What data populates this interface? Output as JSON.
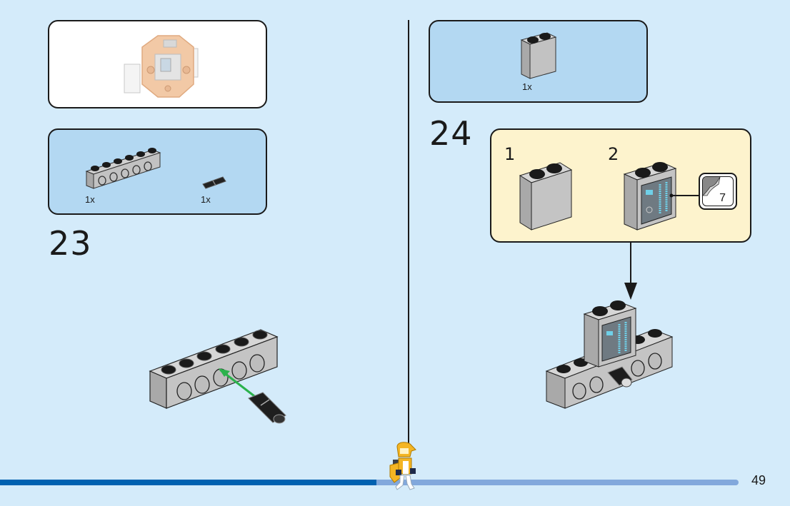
{
  "page": {
    "number": "49",
    "accent_colors": {
      "background": "#d4ebfa",
      "parts_panel": "#b3d8f2",
      "sub_assembly_panel": "#fdf3cd",
      "progress_done": "#0061b0",
      "progress_remaining": "#82a8dc",
      "insert_arrow": "#2bb24c"
    }
  },
  "left": {
    "preview_panel": {
      "description": "previous build (faded orange frame)"
    },
    "parts_list": {
      "items": [
        {
          "name": "technic-brick-1x6-light-gray",
          "qty": "1x"
        },
        {
          "name": "technic-pin-black",
          "qty": "1x"
        }
      ]
    },
    "step": {
      "number": "23"
    }
  },
  "right": {
    "parts_list": {
      "items": [
        {
          "name": "brick-1x2x2-light-gray",
          "qty": "1x"
        }
      ]
    },
    "step": {
      "number": "24",
      "sub_steps": [
        {
          "number": "1"
        },
        {
          "number": "2",
          "sticker": "7"
        }
      ]
    }
  },
  "progress": {
    "fraction": 0.51
  }
}
